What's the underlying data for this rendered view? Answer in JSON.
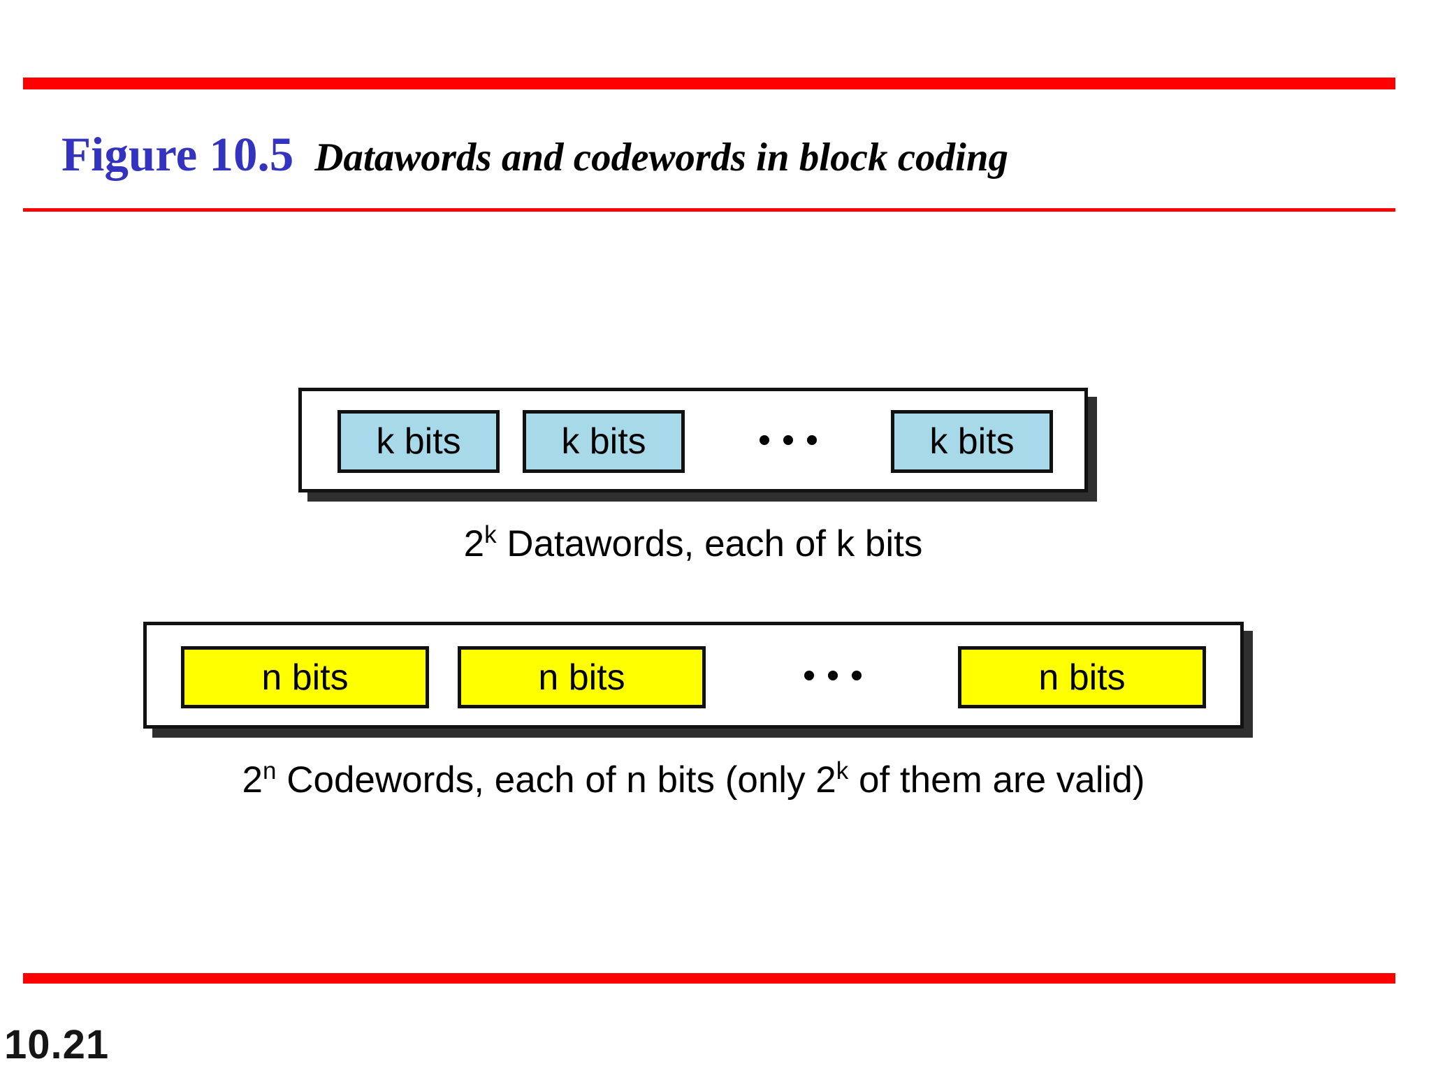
{
  "slide": {
    "figure_label": "Figure 10.5",
    "figure_caption": "Datawords and codewords in block coding",
    "page_number": "10.21"
  },
  "diagram": {
    "datawords": {
      "cells": [
        "k bits",
        "k bits",
        "k bits"
      ],
      "ellipsis_icon": "horizontal-dots",
      "fill_color": "#a8d9e9",
      "caption": {
        "base": "2",
        "sup": "k",
        "rest": " Datawords, each of k bits"
      }
    },
    "codewords": {
      "cells": [
        "n bits",
        "n bits",
        "n bits"
      ],
      "ellipsis_icon": "horizontal-dots",
      "fill_color": "#ffff00",
      "caption": {
        "base": "2",
        "sup": "n",
        "mid": " Codewords, each of n bits (only 2",
        "sup2": "k",
        "end": " of them are valid)"
      }
    }
  },
  "colors": {
    "accent_red": "#fe0000",
    "title_blue": "#3333bf",
    "box_border": "#111111",
    "box_shadow": "#2f2f2f",
    "dataword_fill": "#a8d9e9",
    "codeword_fill": "#ffff00",
    "text_black": "#000000"
  }
}
